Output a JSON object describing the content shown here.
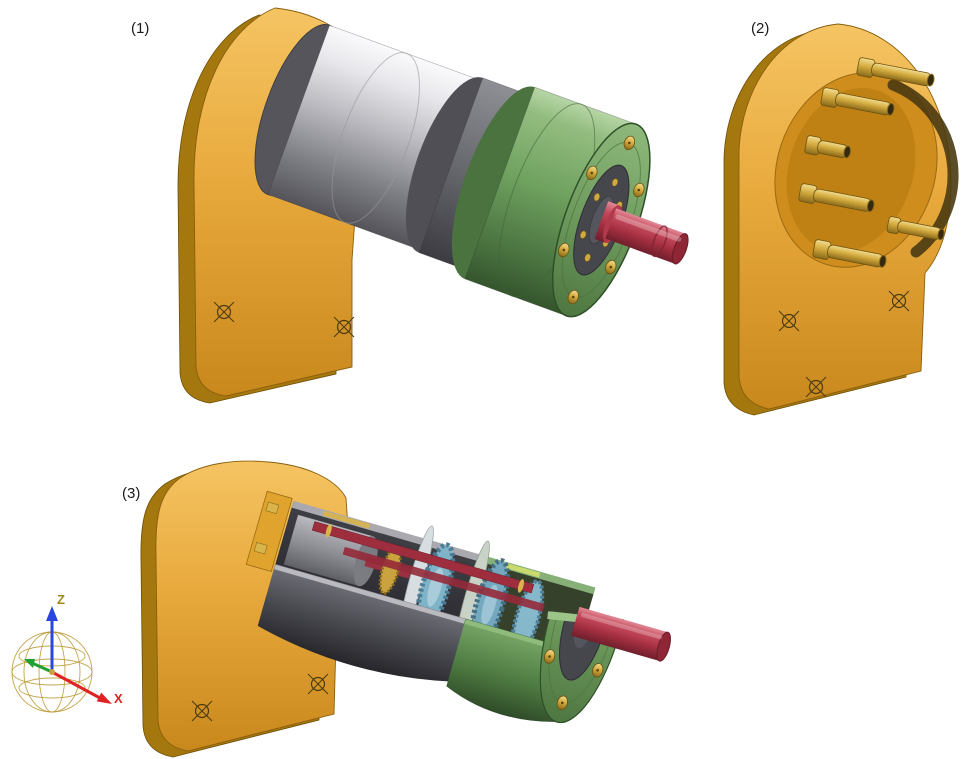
{
  "figure": {
    "view_labels": {
      "v1": "(1)",
      "v2": "(2)",
      "v3": "(3)"
    },
    "axis_labels": {
      "z": "Z",
      "x": "X"
    },
    "colors": {
      "bracket_orange": "#E8A93C",
      "bracket_orange_dark": "#A4770F",
      "bracket_cut_orange": "#E0A42E",
      "motor_silver": "#B9B9BF",
      "motor_band_gray": "#67676E",
      "gearbox_green": "#6FA15F",
      "gearbox_green_dark": "#4A7340",
      "face_inner_gray": "#46464D",
      "shaft_red": "#A52F41",
      "brass": "#D4AB3F",
      "gear_teal": "#7FB3C8",
      "interior_dark": "#2E2E33",
      "axis_z": "#2B46E0",
      "axis_x": "#E02222",
      "axis_y": "#20A030",
      "gizmo_wire_gold": "#B8962E",
      "label_black": "#1A1A1A",
      "background": "#FFFFFF"
    }
  }
}
